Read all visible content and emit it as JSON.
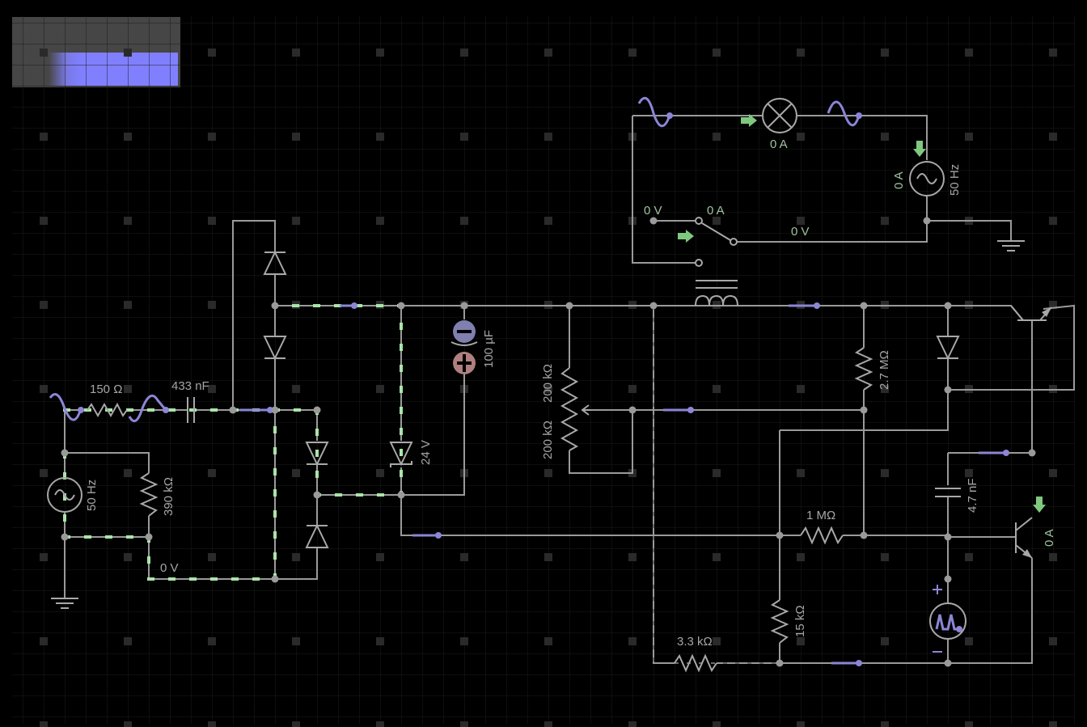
{
  "scope": {
    "name": "oscilloscope-thumbnail",
    "trace_color": "#8080ff"
  },
  "colors": {
    "background": "#000000",
    "grid": "#1f1f1f",
    "wire": "#9a9a9a",
    "current": "#a9e5a9",
    "voltage_wave": "#8c86d6",
    "indicator_green": "#7fc97f"
  },
  "labels": {
    "r150": "150 Ω",
    "c433": "433 nF",
    "r390": "390 kΩ",
    "src1_freq": "50 Hz",
    "gnd_v_left": "0 V",
    "zener": "24 V",
    "cap100": "100 µF",
    "pot_top": "200 kΩ",
    "pot_bot": "200 kΩ",
    "r27": "2.7 MΩ",
    "c47": "4.7 nF",
    "r1m": "1 MΩ",
    "r15k": "15 kΩ",
    "r33k": "3.3 kΩ",
    "lamp_current": "0 A",
    "src2_current": "0 A",
    "src2_freq": "50 Hz",
    "switch_v_in": "0 V",
    "switch_current": "0 A",
    "switch_v_out": "0 V",
    "transistor_current": "0 A",
    "plus_sign": "+",
    "minus_sign": "−"
  }
}
